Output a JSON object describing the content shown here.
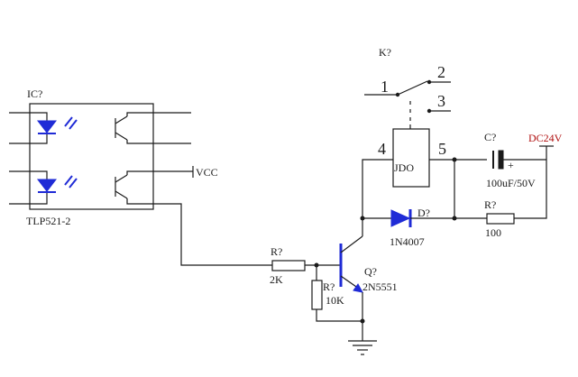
{
  "optocoupler": {
    "ref": "IC?",
    "part": "TLP521-2",
    "vcc": "VCC"
  },
  "relay": {
    "ref": "K?",
    "coil": "JDO",
    "pins": {
      "p1": "1",
      "p2": "2",
      "p3": "3",
      "p4": "4",
      "p5": "5"
    }
  },
  "capacitor": {
    "ref": "C?",
    "value": "100uF/50V",
    "plus": "+"
  },
  "supply": {
    "label": "DC24V"
  },
  "resistor_top": {
    "ref": "R?",
    "value": "100"
  },
  "diode": {
    "ref": "D?",
    "part": "1N4007"
  },
  "resistor_base": {
    "ref": "R?",
    "value": "2K"
  },
  "resistor_pulldown": {
    "ref": "R?",
    "value": "10K"
  },
  "transistor": {
    "ref": "Q?",
    "part": "2N5551"
  },
  "colors": {
    "accent": "#1f2bd6",
    "supply": "#b01010",
    "wire": "#1a1a1a"
  }
}
